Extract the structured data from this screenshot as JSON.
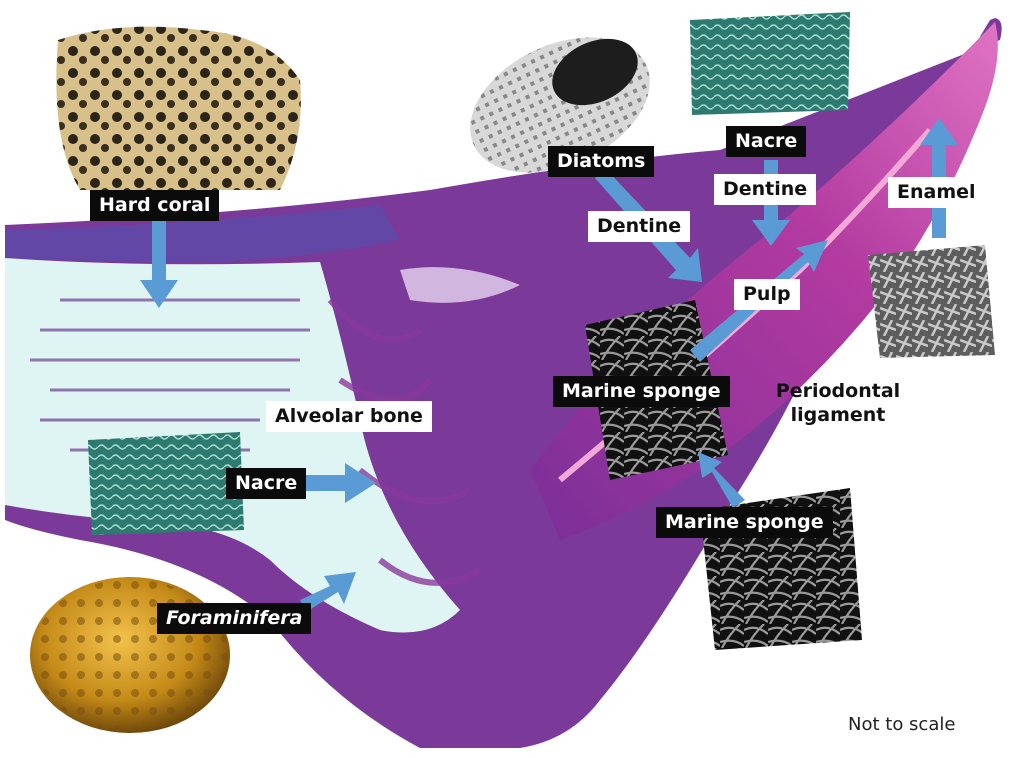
{
  "labels": {
    "hard_coral": "Hard coral",
    "diatoms": "Diatoms",
    "nacre_top": "Nacre",
    "dentine_left": "Dentine",
    "dentine_right": "Dentine",
    "enamel": "Enamel",
    "pulp": "Pulp",
    "marine_sponge_center": "Marine sponge",
    "periodontal_line1": "Periodontal",
    "periodontal_line2": "ligament",
    "alveolar_bone": "Alveolar bone",
    "nacre_left": "Nacre",
    "marine_sponge_lower": "Marine sponge",
    "foraminifera": "Foraminifera",
    "scale_note": "Not to scale"
  },
  "colors": {
    "arrow": "#5b9bd5",
    "label_bg": "#0b0b0b",
    "tissue_purple": "#7a3296",
    "tissue_magenta": "#c0359a",
    "bone_cyan": "#dff5f3",
    "coral_tan": "#d9c48f",
    "nacre_teal": "#2f7d72",
    "foram_gold": "#c9951e",
    "sponge_gray": "#8a8a8a"
  },
  "icons": [
    "hard-coral-image",
    "diatom-image",
    "nacre-image",
    "enamel-image",
    "marine-sponge-image",
    "foraminifera-image"
  ]
}
